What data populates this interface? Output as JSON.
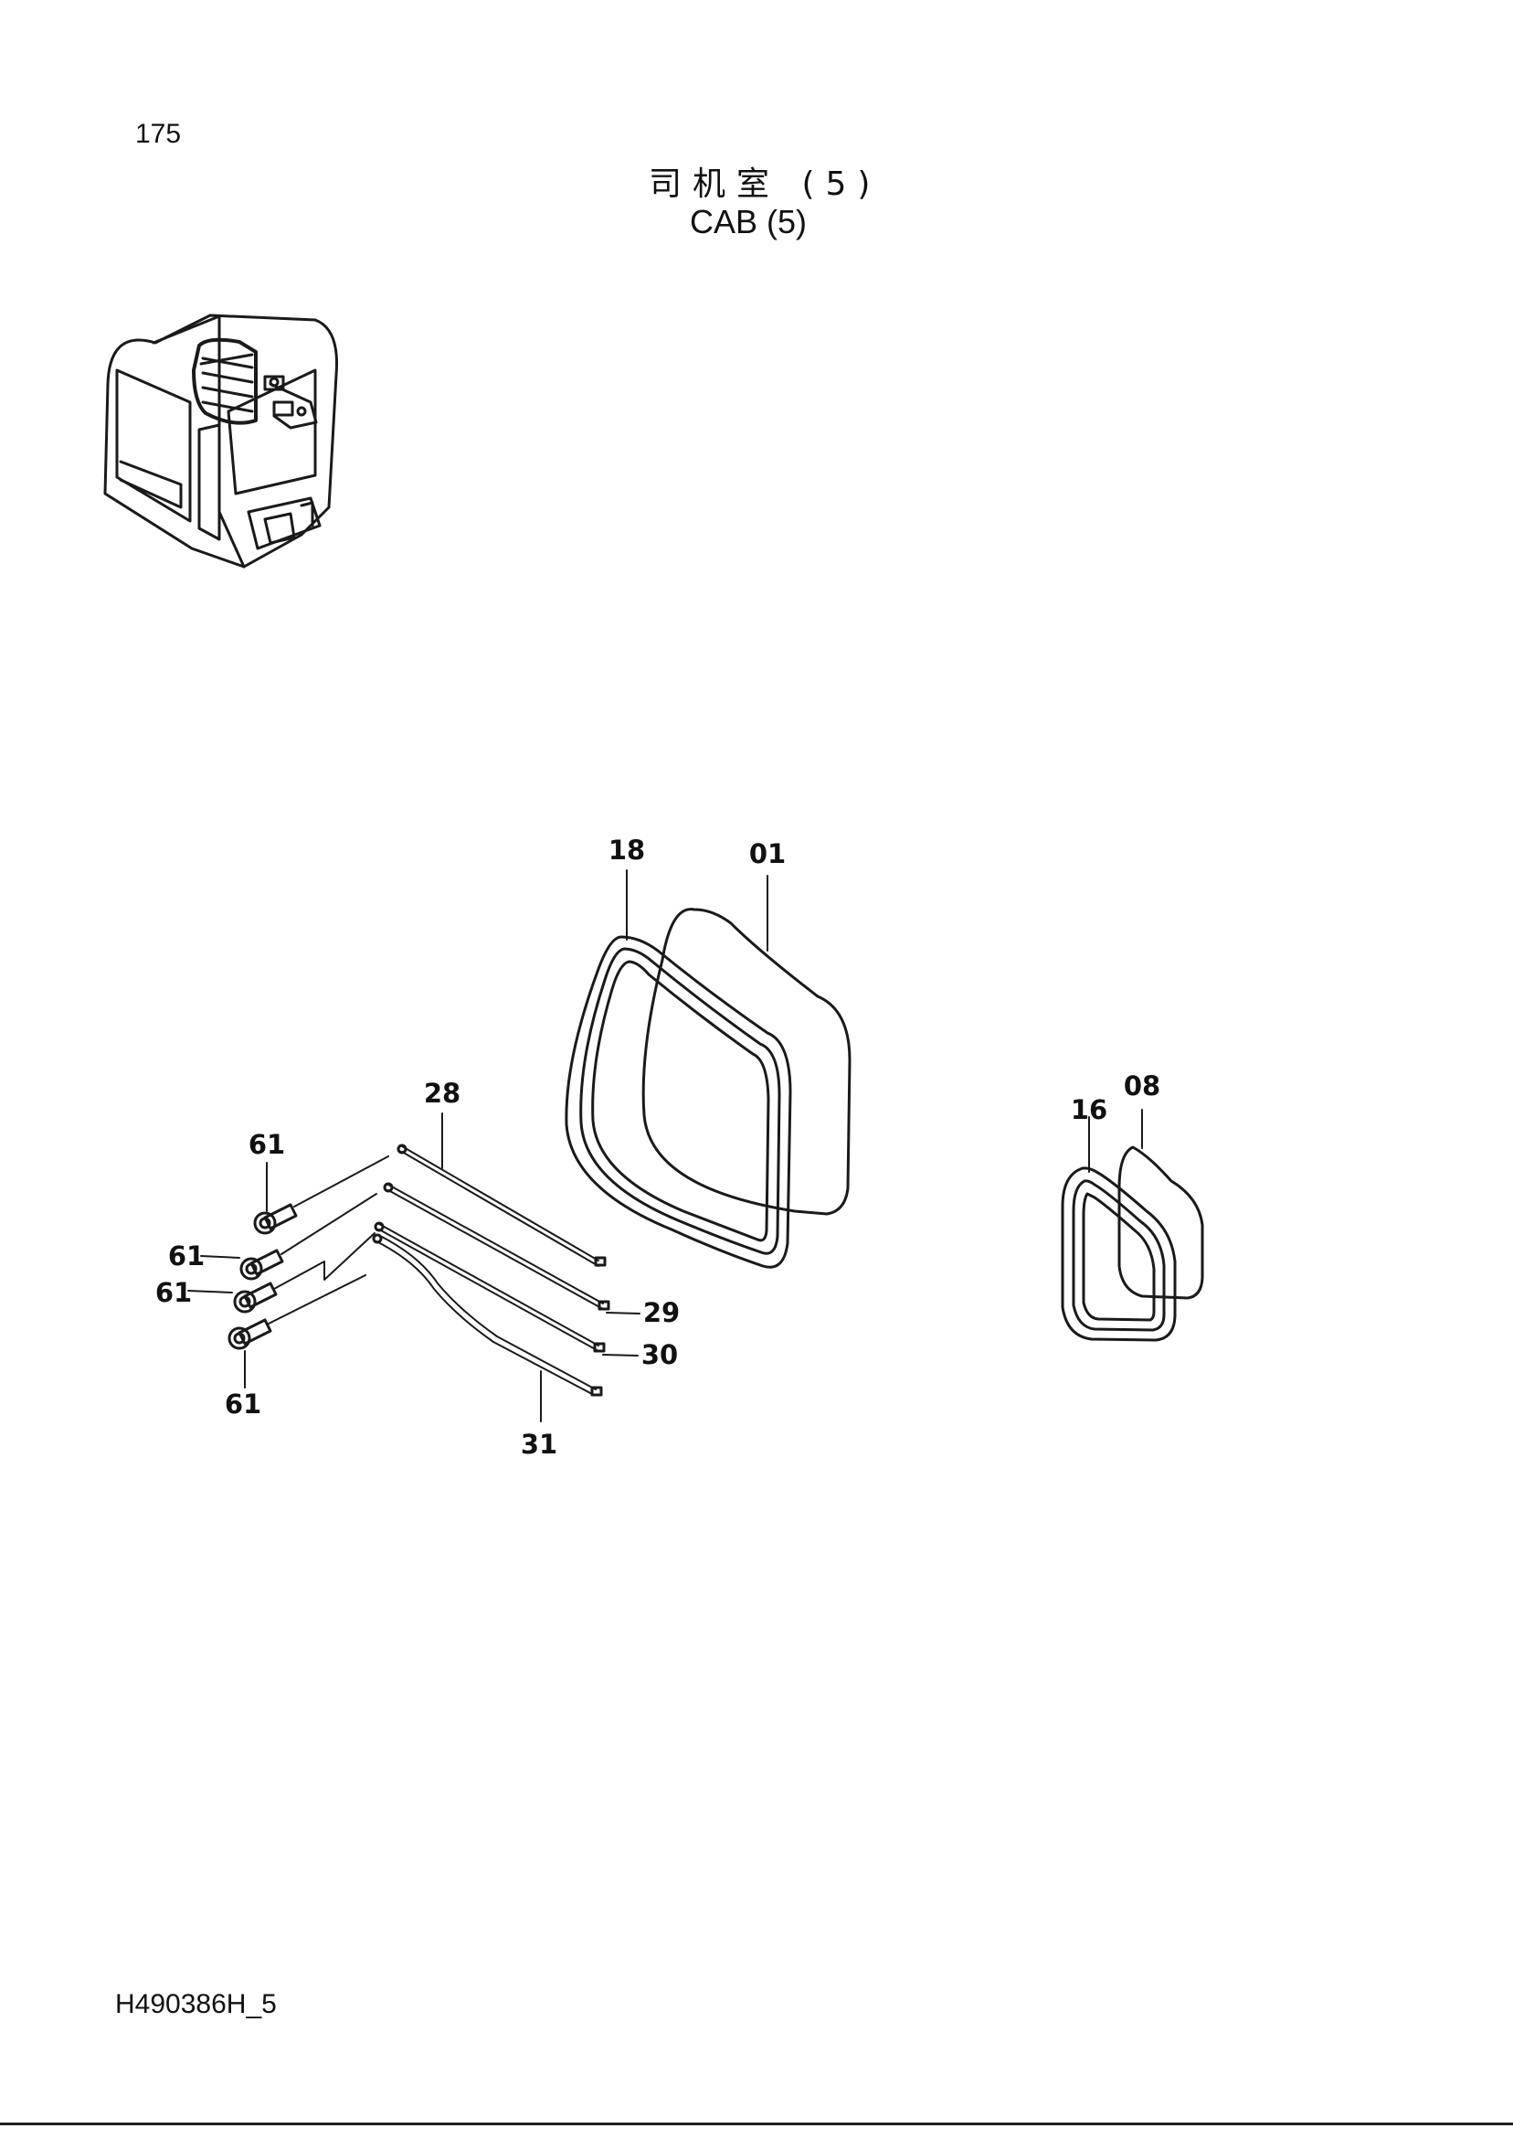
{
  "page_number": "175",
  "title": {
    "zh": "司机室 (5)",
    "en": "CAB (5)"
  },
  "document_code": "H490386H_5",
  "callouts": {
    "c18": "18",
    "c01": "01",
    "c28": "28",
    "c61a": "61",
    "c61b": "61",
    "c61c": "61",
    "c61d": "61",
    "c29": "29",
    "c30": "30",
    "c31": "31",
    "c16": "16",
    "c08": "08"
  }
}
